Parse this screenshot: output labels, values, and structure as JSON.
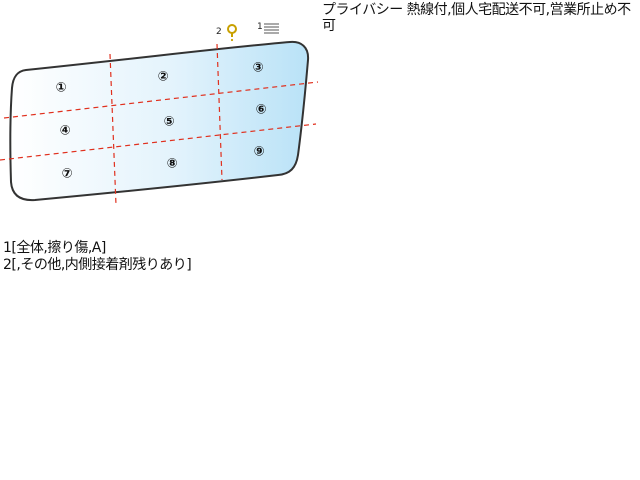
{
  "header_note": "プライバシー 熱線付,個人宅配送不可,営業所止め不可",
  "legend": {
    "marker_2_number": "2",
    "marker_2_icon": "question-mark-icon",
    "marker_1_number": "1",
    "marker_1_icon": "lines-icon",
    "accent_color": "#c8a000"
  },
  "zones": [
    "①",
    "②",
    "③",
    "④",
    "⑤",
    "⑥",
    "⑦",
    "⑧",
    "⑨"
  ],
  "colors": {
    "glass_left": "#ffffff",
    "glass_right": "#b9e2f7",
    "outline": "#333333",
    "divider": "#e0301e"
  },
  "notes": [
    "1[全体,擦り傷,A]",
    "2[,その他,内側接着剤残りあり]"
  ]
}
